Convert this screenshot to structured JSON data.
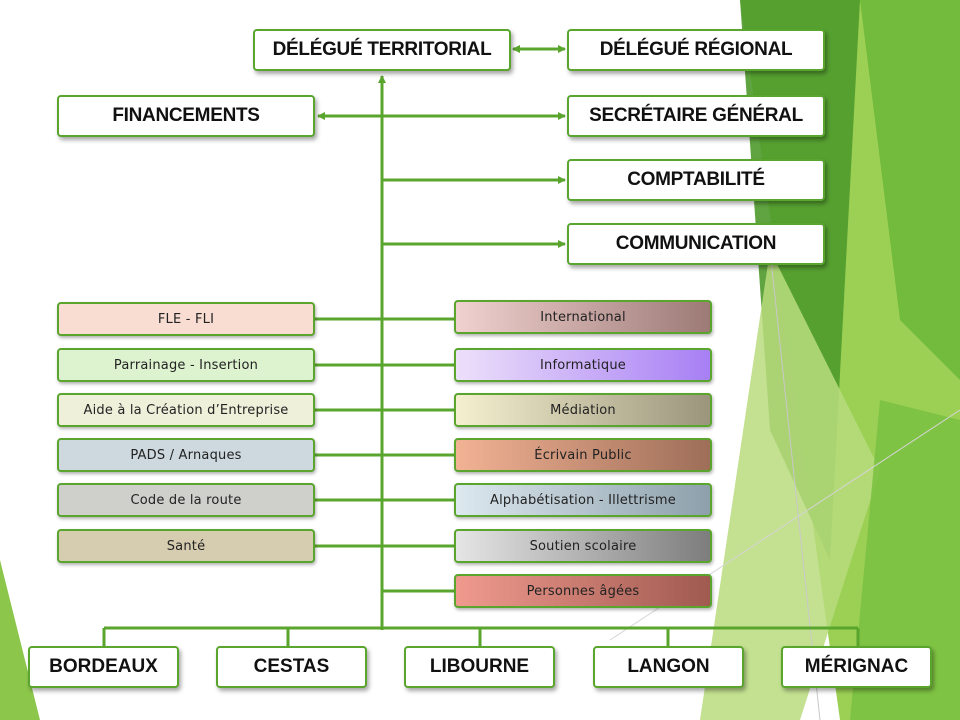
{
  "top": {
    "delegue_territorial": "DÉLÉGUÉ TERRITORIAL",
    "delegue_regional": "DÉLÉGUÉ RÉGIONAL",
    "financements": "FINANCEMENTS",
    "secretaire_general": "SECRÉTAIRE GÉNÉRAL",
    "comptabilite": "COMPTABILITÉ",
    "communication": "COMMUNICATION"
  },
  "left_services": [
    {
      "label": "FLE - FLI",
      "color": "#f9ddd2"
    },
    {
      "label": "Parrainage - Insertion",
      "color": "#ddf3cf"
    },
    {
      "label": "Aide à la Création d’Entreprise",
      "color": "#eef0da"
    },
    {
      "label": "PADS / Arnaques",
      "color": "#cdd9df"
    },
    {
      "label": "Code de la route",
      "color": "#cfd0cc"
    },
    {
      "label": "Santé",
      "color": "#d6ccb0"
    }
  ],
  "right_services": [
    {
      "label": "International",
      "from": "#f0d1cf",
      "to": "#9d7a76"
    },
    {
      "label": "Informatique",
      "from": "#ede0fa",
      "to": "#a77ff4"
    },
    {
      "label": "Médiation",
      "from": "#f5f0cf",
      "to": "#9b957c"
    },
    {
      "label": "Écrivain Public",
      "from": "#f2b294",
      "to": "#9e6e58"
    },
    {
      "label": "Alphabétisation - Illettrisme",
      "from": "#dde8ef",
      "to": "#8da0ab"
    },
    {
      "label": "Soutien scolaire",
      "from": "#e5e5e5",
      "to": "#7d7d7d"
    },
    {
      "label": "Personnes âgées",
      "from": "#f09a8e",
      "to": "#a05a50"
    }
  ],
  "branches": [
    "BORDEAUX",
    "CESTAS",
    "LIBOURNE",
    "LANGON",
    "MÉRIGNAC"
  ],
  "colors": {
    "accent_green": "#5aa52e",
    "slide_green_light": "#b8dc7e",
    "slide_green_dark": "#4f9a2c"
  }
}
